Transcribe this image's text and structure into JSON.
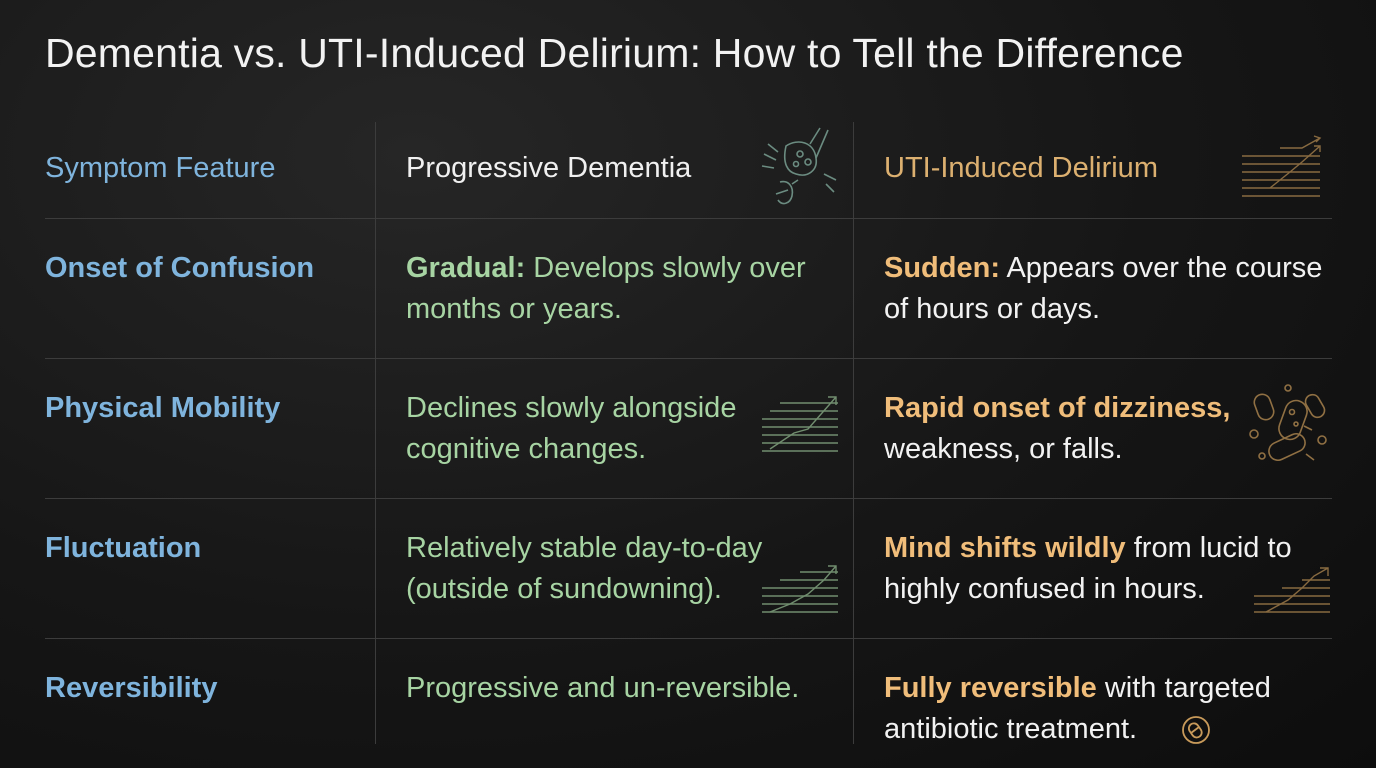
{
  "title": "Dementia vs. UTI-Induced Delirium: How to Tell the Difference",
  "headers": {
    "feature": "Symptom Feature",
    "dementia": "Progressive Dementia",
    "delirium": "UTI-Induced Delirium"
  },
  "rows": [
    {
      "feature": "Onset of Confusion",
      "dementia_bold": "Gradual:",
      "dementia_text": " Develops slowly over months or years.",
      "delirium_bold": "Sudden:",
      "delirium_text": " Appears over the course of hours or days."
    },
    {
      "feature": "Physical Mobility",
      "dementia_bold": "",
      "dementia_text": "Declines slowly alongside cognitive changes.",
      "delirium_bold": "Rapid onset of dizziness,",
      "delirium_text": " weakness, or falls."
    },
    {
      "feature": "Fluctuation",
      "dementia_bold": "",
      "dementia_text": "Relatively stable day-to-day (outside of sundowning).",
      "delirium_bold": "Mind shifts wildly",
      "delirium_text": " from lucid to highly confused in hours."
    },
    {
      "feature": "Reversibility",
      "dementia_bold": "",
      "dementia_text": "Progressive and un-reversible.",
      "delirium_bold": "Fully reversible",
      "delirium_text": " with targeted antibiotic treatment."
    }
  ],
  "colors": {
    "feature": "#7fb4dd",
    "dementia": "#a7d4a3",
    "delirium_accent": "#f0bd7a",
    "grid": "#3c3c3c"
  },
  "icons": [
    "neuron-icon",
    "trend-lines-icon",
    "rising-graph-icon",
    "bacteria-icon",
    "rising-graph-icon",
    "rising-graph-icon",
    "pill-icon"
  ]
}
